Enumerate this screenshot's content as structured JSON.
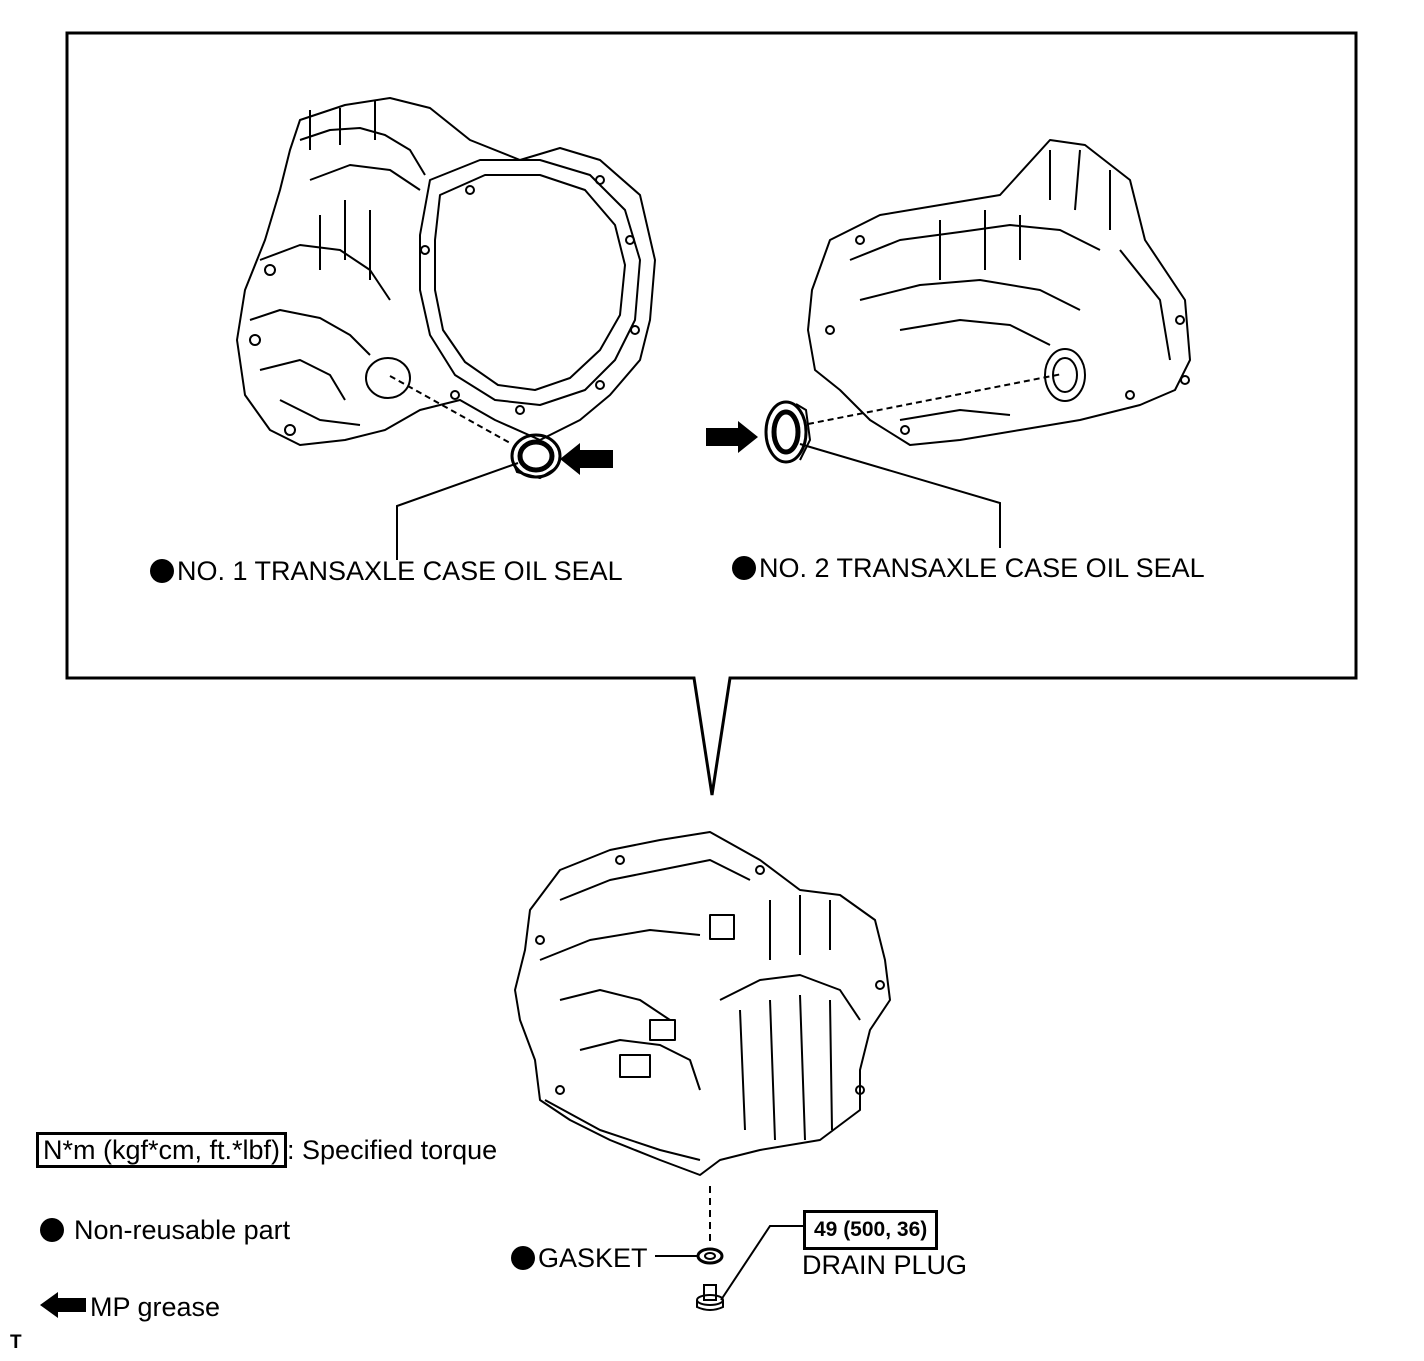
{
  "labels": {
    "seal1": "NO. 1 TRANSAXLE CASE OIL SEAL",
    "seal2": "NO. 2 TRANSAXLE CASE OIL SEAL",
    "gasket": "GASKET",
    "drain_plug": "DRAIN PLUG",
    "drain_torque": "49 (500, 36)"
  },
  "legend": {
    "torque_box": "N*m (kgf*cm, ft.*lbf)",
    "torque_text": ": Specified torque",
    "nonreusable_text": "Non-reusable part",
    "grease_text": "MP grease"
  },
  "corner_mark": "T",
  "icons": {
    "non_reusable": "filled-circle-icon",
    "grease": "black-arrow-icon"
  },
  "colors": {
    "line": "#000000",
    "background": "#ffffff"
  }
}
